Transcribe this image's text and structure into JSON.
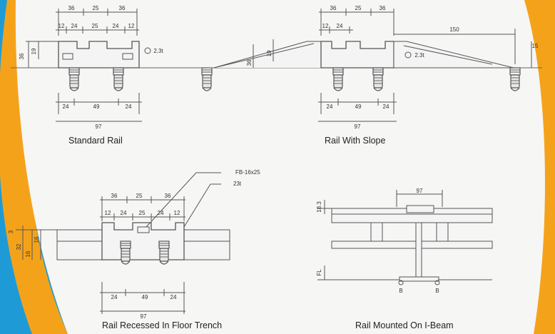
{
  "captions": {
    "standard_rail": "Standard Rail",
    "rail_with_slope": "Rail With Slope",
    "rail_recessed": "Rail Recessed In Floor Trench",
    "rail_ibeam": "Rail Mounted On I-Beam"
  },
  "standard_rail": {
    "top_dims": [
      "36",
      "25",
      "36"
    ],
    "second_dims": [
      "12",
      "24",
      "25",
      "24",
      "12"
    ],
    "height_outer": "36",
    "height_inner": "19",
    "bottom_dims": [
      "24",
      "49",
      "24"
    ],
    "total": "97",
    "load": "2.3t"
  },
  "rail_with_slope": {
    "top_dims": [
      "36",
      "25",
      "36"
    ],
    "second_dims": [
      "12",
      "24"
    ],
    "slope_length": "150",
    "left_height": "19",
    "left_height_outer": "36",
    "right_height": "15",
    "bottom_dims": [
      "24",
      "49",
      "24"
    ],
    "total": "97",
    "load": "2.3t"
  },
  "rail_recessed": {
    "callout_plate": "FB-16x25",
    "callout_load": "23t",
    "top_dims": [
      "36",
      "25",
      "36"
    ],
    "second_dims": [
      "12",
      "24",
      "25",
      "24",
      "12"
    ],
    "left_dims": [
      "3",
      "32",
      "16",
      "16"
    ],
    "bottom_dims": [
      "24",
      "49",
      "24"
    ],
    "total": "97"
  },
  "rail_ibeam": {
    "top_dim": "97",
    "left_top": "18.3",
    "left_bottom": "FL",
    "bolt_labels": [
      "B",
      "B"
    ]
  },
  "colors": {
    "background": "#1e9bd6",
    "accent_orange": "#f5a21b",
    "panel": "#f6f6f4",
    "drawing": "#555555"
  }
}
